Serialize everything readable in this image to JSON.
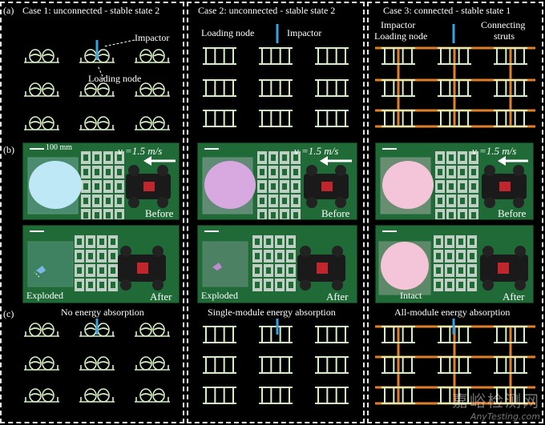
{
  "panel_a": {
    "letter": "(a)",
    "case1_title": "Case 1: unconnected - stable state 2",
    "case2_title": "Case 2: unconnected - stable state 2",
    "case3_title": "Case 3: connected - stable state 1",
    "case1_impactor": "Impactor",
    "case1_loading_node": "Loading node",
    "case2_loading_node": "Loading node",
    "case2_impactor": "Impactor",
    "case3_impactor": "Impactor",
    "case3_loading_node": "Loading node",
    "case3_struts_line1": "Connecting",
    "case3_struts_line2": "struts"
  },
  "panel_b": {
    "letter": "(b)",
    "scale": "100 mm",
    "velocity": "v =1.5 m/s",
    "before": "Before",
    "after": "After",
    "exploded": "Exploded",
    "intact": "Intact"
  },
  "panel_c": {
    "letter": "(c)",
    "case1_caption": "No energy absorption",
    "case2_caption": "Single-module energy absorption",
    "case3_caption": "All-module energy absorption"
  },
  "watermark": {
    "cn": "嘉峪检测网",
    "en": "AnyTesting.com"
  },
  "colors": {
    "lattice": "#d6f0c4",
    "impactor": "#3aa0e0",
    "strut": "#e0802a",
    "green_bg": "#1f6a36"
  }
}
